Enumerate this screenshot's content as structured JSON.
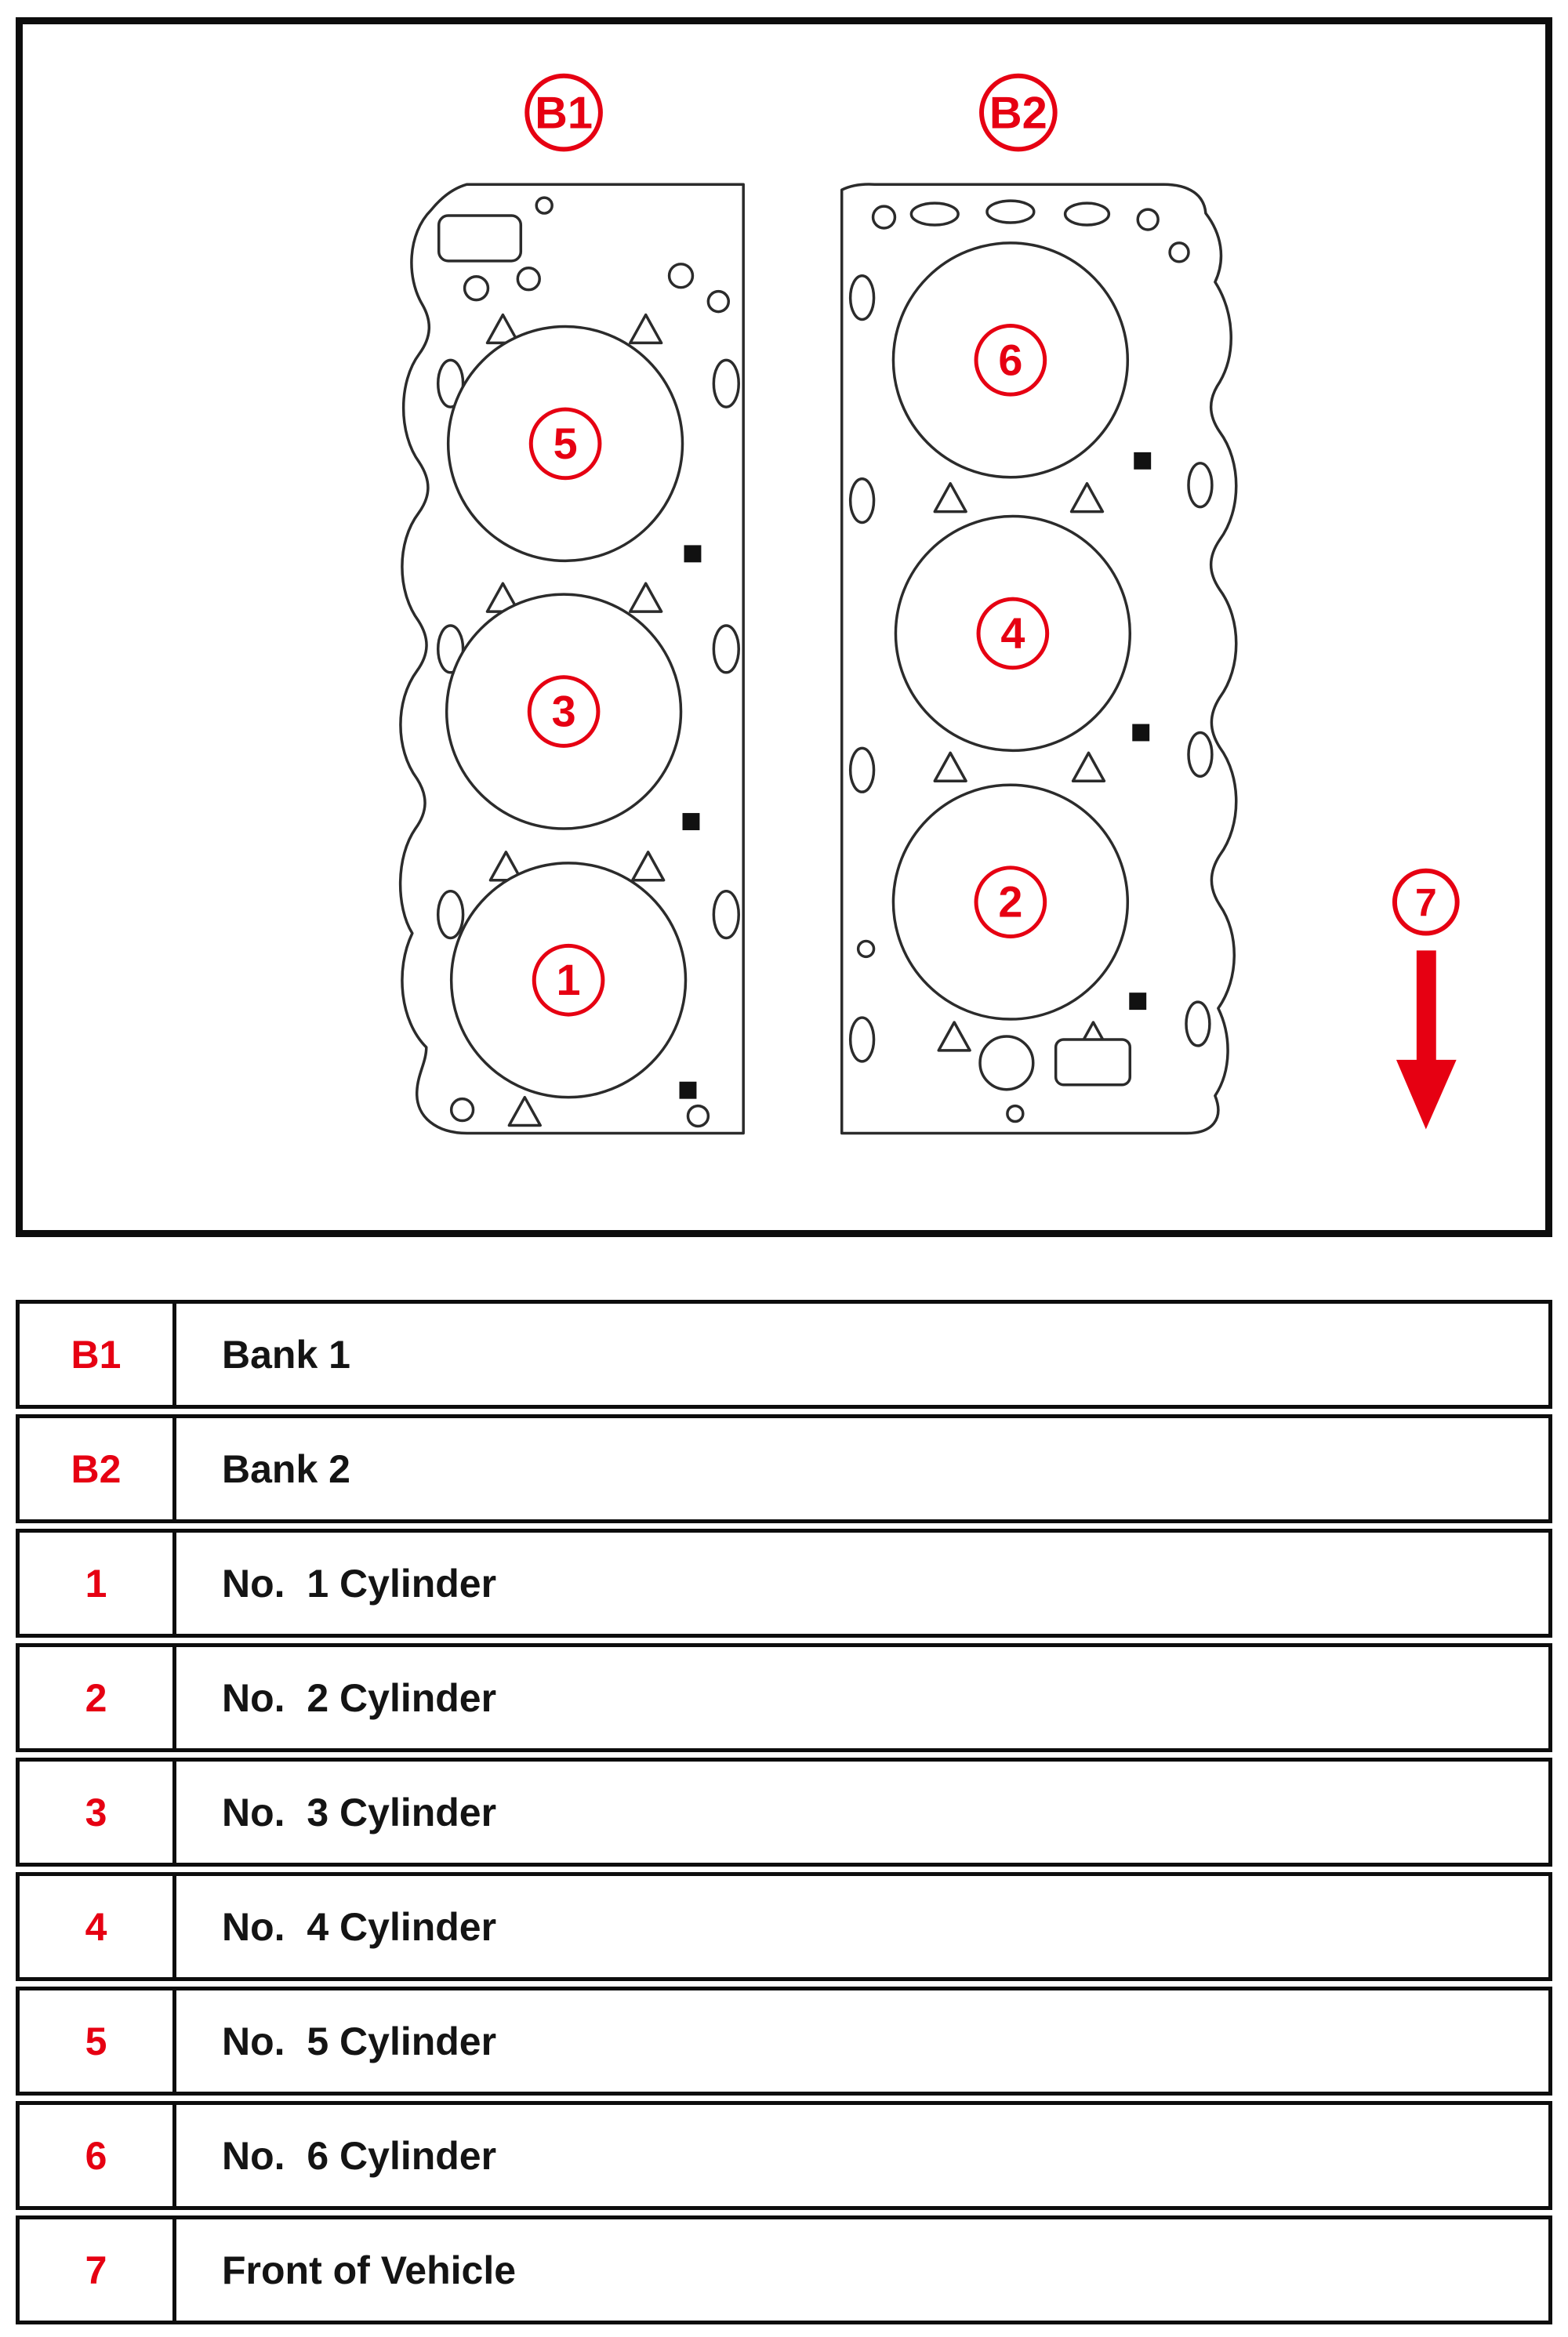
{
  "diagram": {
    "accent_color": "#e60012",
    "bank1_label": "B1",
    "bank2_label": "B2",
    "bank1_cylinders": [
      "5",
      "3",
      "1"
    ],
    "bank2_cylinders": [
      "6",
      "4",
      "2"
    ],
    "front_marker": "7"
  },
  "legend": {
    "rows": [
      {
        "key": "B1",
        "value": "Bank 1"
      },
      {
        "key": "B2",
        "value": "Bank 2"
      },
      {
        "key": "1",
        "value": "No.  1 Cylinder"
      },
      {
        "key": "2",
        "value": "No.  2 Cylinder"
      },
      {
        "key": "3",
        "value": "No.  3 Cylinder"
      },
      {
        "key": "4",
        "value": "No.  4 Cylinder"
      },
      {
        "key": "5",
        "value": "No.  5 Cylinder"
      },
      {
        "key": "6",
        "value": "No.  6 Cylinder"
      },
      {
        "key": "7",
        "value": "Front of Vehicle"
      }
    ]
  }
}
